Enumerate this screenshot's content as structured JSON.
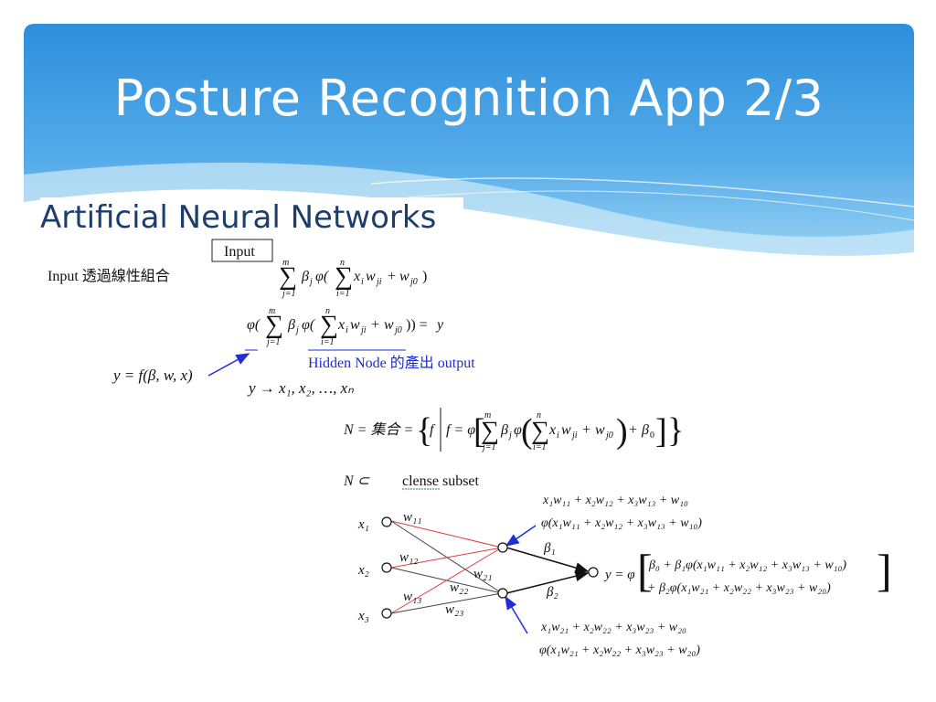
{
  "slide": {
    "title": "Posture Recognition App 2/3",
    "subtitle": "Artificial Neural Networks"
  },
  "colors": {
    "banner_top": "#2e8fdc",
    "banner_bottom": "#9fd6f5",
    "title_text": "#ffffff",
    "subtitle_text": "#1e3d6b",
    "arrow_blue": "#1f2fd6",
    "red_line": "#e23b3b",
    "hidden_node_label": "#1a2bd9"
  },
  "equations": {
    "input_box": "Input",
    "input_desc": "Input 透過線性組合",
    "hidden_node_label": "Hidden Node 的產出 output",
    "y_mapping": "y → x₁, x₂, …, xₙ",
    "y_def_lhs": "y = f(β, w, x)",
    "set_def_lhs": "N = 集合 =",
    "subset_lhs": "N ⊂",
    "subset_label": "clense subset"
  },
  "network": {
    "inputs": [
      "x₁",
      "x₂",
      "x₃"
    ],
    "weights": [
      "w₁₁",
      "w₁₂",
      "w₁₃",
      "w₂₁",
      "w₂₂",
      "w₂₃"
    ],
    "betas": [
      "β₁",
      "β₂"
    ],
    "output_lhs": "y = φ",
    "hidden1_sum": "x₁w₁₁ + x₂w₁₂ + x₃w₁₃ + w₁₀",
    "hidden1_act": "φ(x₁w₁₁ + x₂w₁₂ + x₃w₁₃ + w₁₀)",
    "hidden2_sum": "x₁w₂₁ + x₂w₂₂ + x₃w₂₃ + w₂₀",
    "hidden2_act": "φ(x₁w₂₁ + x₂w₂₂ + x₃w₂₃ + w₂₀)",
    "output_line1": "β₀ + β₁φ(x₁w₁₁ + x₂w₁₂ + x₃w₁₃ + w₁₀)",
    "output_line2": "+ β₂φ(x₁w₂₁ + x₂w₂₂ + x₃w₂₃ + w₂₀)"
  }
}
